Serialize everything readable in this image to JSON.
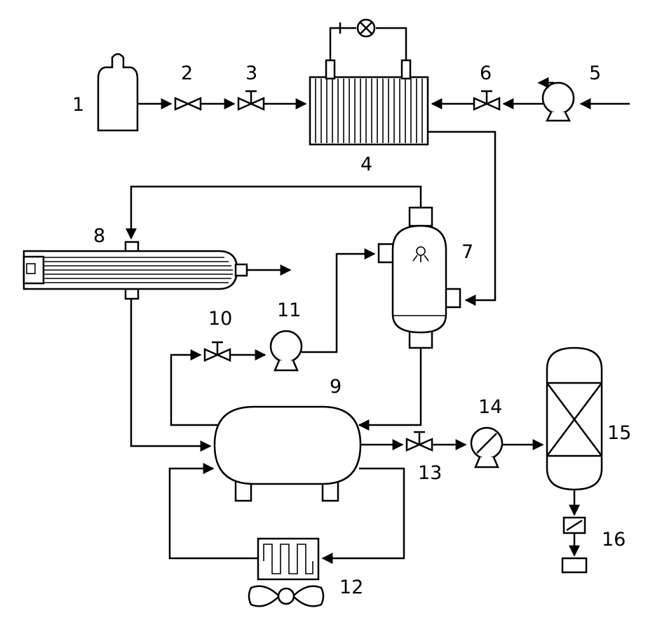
{
  "labels": {
    "gas_cylinder": "1",
    "valve_2": "2",
    "valve_3": "3",
    "electrolytic_cell": "4",
    "feed_pump": "5",
    "valve_6": "6",
    "separator": "7",
    "membrane_module": "8",
    "storage_tank": "9",
    "valve_10": "10",
    "circulation_pump": "11",
    "cooler": "12",
    "valve_13": "13",
    "transfer_pump": "14",
    "packed_column": "15",
    "outlet_unit": "16"
  }
}
